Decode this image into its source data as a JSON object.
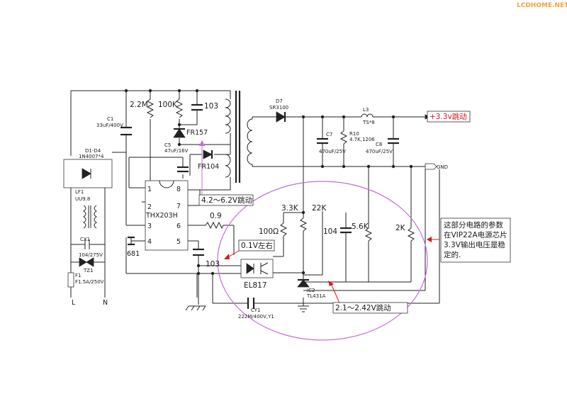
{
  "watermark": "LCDHOME.NET",
  "components": {
    "c1": [
      "C1",
      "33uF/400V"
    ],
    "bridge": [
      "D1-D4",
      "1N4007*4"
    ],
    "lf1": [
      "LF1",
      "UU9.8"
    ],
    "cx1": "CX1",
    "tz1": [
      "104/275V",
      "TZ1"
    ],
    "fuse": [
      "F1",
      "F1.5A/250V"
    ],
    "l": "L",
    "n": "N",
    "r_2m2": "2.2M",
    "r_100k": "100K",
    "c_103_top": "103",
    "fr157": "FR157",
    "c5": [
      "C5",
      "47uF/16V"
    ],
    "fr104": "FR104",
    "ic_name": "THX203H",
    "ic_pins": [
      "1",
      "2",
      "3",
      "4",
      "5",
      "6",
      "7",
      "8"
    ],
    "c_681": "681",
    "r_09": "0.9",
    "c_103_mid": "103",
    "d7": [
      "D7",
      "SR3100"
    ],
    "c7": [
      "C7",
      "470uF/25V"
    ],
    "r10": [
      "R10",
      "4.7K,1206"
    ],
    "l3": [
      "L3",
      "TS*8"
    ],
    "c8": [
      "C8",
      "470uF/25V"
    ],
    "gnd": "GND",
    "r_3k3": "3.3K",
    "r_22k": "22K",
    "r_100ohm": "100Ω",
    "c_104": "104",
    "r_5k6": "5.6K",
    "r_2k": "2K",
    "optocoupler": "EL817",
    "ic2": [
      "IC2",
      "TL431A"
    ],
    "cy1": [
      "CY1",
      "222M/400V,Y1"
    ]
  },
  "annotations": {
    "out_voltage": "+3.3v跳动",
    "pin_7_8_voltage": "4.2～6.2V跳动",
    "opto_voltage": "0.1V左右",
    "tl431_voltage": "2.1～2.42V跳动",
    "note": [
      "这部分电路的参数",
      "在VIP22A电源芯片",
      "3.3V输出电压是稳",
      "定的."
    ]
  },
  "colors": {
    "wire": "#222222",
    "annotation_red": "#d8161b",
    "highlight_circle": "#c86ad8",
    "watermark": "#f2a33a"
  }
}
